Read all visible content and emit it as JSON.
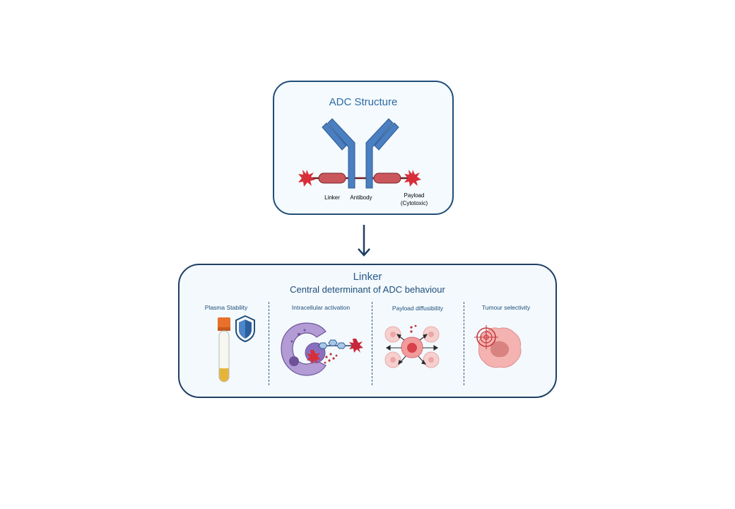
{
  "structure": {
    "title": "ADC Structure",
    "labels": {
      "linker": "Linker",
      "antibody": "Antibody",
      "payload": "Payload",
      "payload_note": "(Cytotoxic)"
    }
  },
  "linker_section": {
    "title": "Linker",
    "subtitle": "Central determinant of ADC behaviour",
    "panels": [
      {
        "title": "Plasma Stability",
        "icon": "blood-tube-shield-icon"
      },
      {
        "title": "Intracellular activation",
        "icon": "cell-lysosome-cleavage-icon"
      },
      {
        "title": "Payload diffusibility",
        "icon": "bystander-diffusion-icon"
      },
      {
        "title": "Tumour selectivity",
        "icon": "target-tumour-cell-icon"
      }
    ]
  },
  "colors": {
    "box_border": "#1f4e79",
    "antibody": "#4a7fc1",
    "linker": "#c9575c",
    "payload": "#d82e3a",
    "title_blue": "#2e6aa5"
  }
}
